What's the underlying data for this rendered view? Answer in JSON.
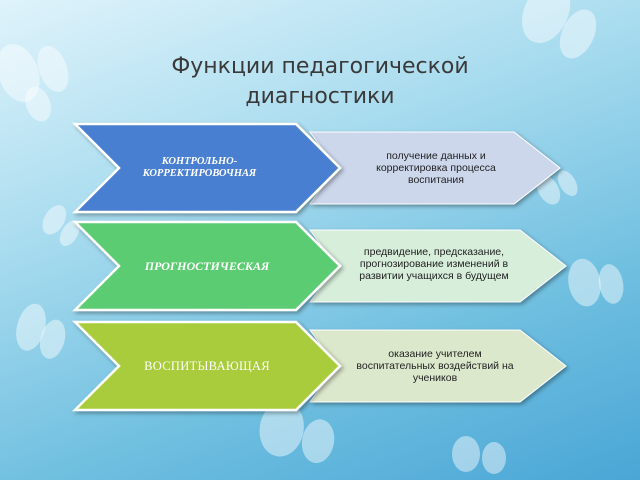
{
  "title": "Функции педагогической диагностики",
  "colors": {
    "row1_left": "#4a7fd0",
    "row2_left": "#5bcc72",
    "row3_left": "#a8cc3a",
    "row1_right": "#ccd7ec",
    "row2_right": "#d7eedb",
    "row3_right": "#dce8cc"
  },
  "rows": [
    {
      "function": "КОНТРОЛЬНО-КОРРЕКТИРОВОЧНАЯ",
      "description": "получение данных и корректировка процесса воспитания"
    },
    {
      "function": "ПРОГНОСТИЧЕСКАЯ",
      "description": "предвидение, предсказание, прогнозирование изменений в развитии учащихся в будущем"
    },
    {
      "function": "ВОСПИТЫВАЮЩАЯ",
      "description": "оказание учителем воспитательных воздействий на учеников"
    }
  ]
}
